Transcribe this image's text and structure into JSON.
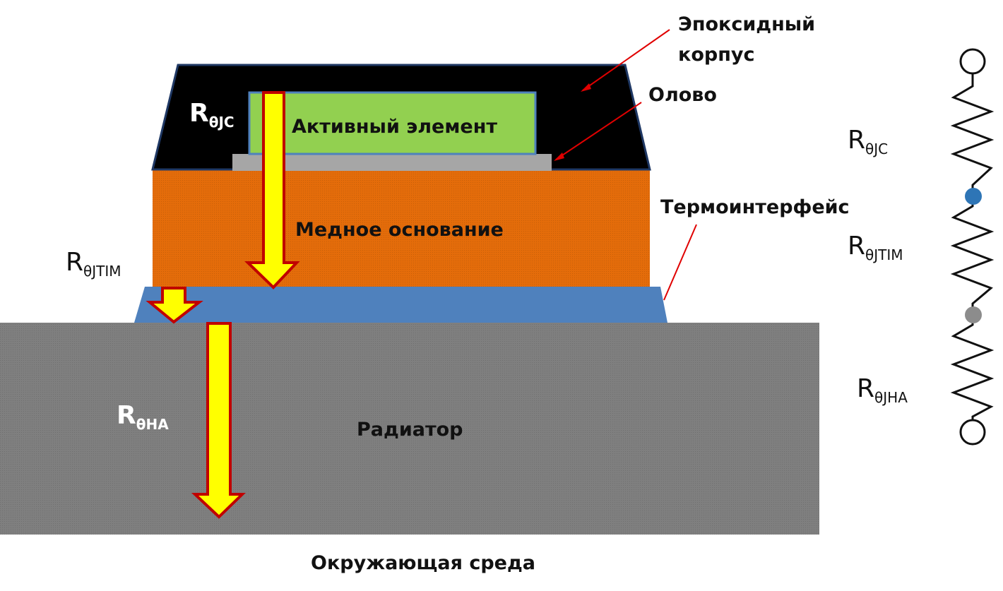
{
  "labels": {
    "epoxy_line1": "Эпоксидный",
    "epoxy_line2": "корпус",
    "tin": "Олово",
    "active_element": "Активный элемент",
    "copper_base": "Медное основание",
    "thermal_interface": "Термоинтерфейс",
    "radiator": "Радиатор",
    "environment": "Окружающая среда"
  },
  "resistances": {
    "r_main": "R",
    "jc_sub": "θJC",
    "jtim_sub": "θJTIM",
    "ha_sub": "θHA",
    "jha_sub": "θJHA"
  },
  "colors": {
    "epoxy": "#000000",
    "active_element": "#92d050",
    "tin": "#a6a6a6",
    "copper": "#e46c0a",
    "interface": "#4f81bd",
    "radiator": "#7f7f7f",
    "arrow_fill": "#ffff00",
    "arrow_stroke": "#c00000",
    "node_blue": "#2e75b6",
    "node_gray": "#8c8c8c"
  }
}
